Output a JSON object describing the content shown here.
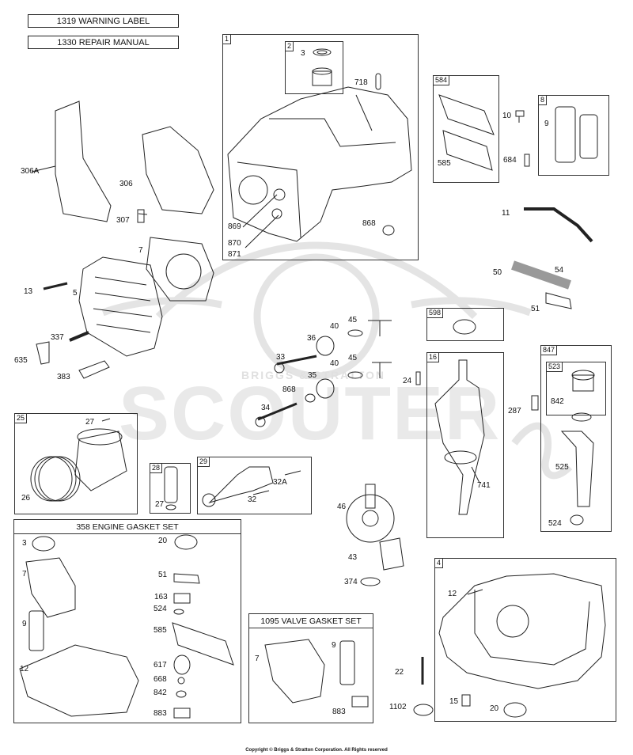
{
  "header_boxes": {
    "warning_label": "1319 WARNING LABEL",
    "repair_manual": "1330 REPAIR MANUAL"
  },
  "watermark": {
    "main": "SCOUTER",
    "sub": "BRIGGS & STRATTON",
    "script": "Zip"
  },
  "panels": {
    "p1": "1",
    "p2": "2",
    "p584": "584",
    "p8": "8",
    "p598": "598",
    "p16": "16",
    "p847": "847",
    "p523": "523",
    "p25": "25",
    "p28": "28",
    "p29": "29",
    "p4": "4"
  },
  "gasket_sets": {
    "engine": "358 ENGINE GASKET SET",
    "valve": "1095 VALVE GASKET SET"
  },
  "parts": {
    "p3": "3",
    "p718": "718",
    "p869": "869",
    "p870": "870",
    "p871": "871",
    "p868a": "868",
    "p585a": "585",
    "p10": "10",
    "p684": "684",
    "p9a": "9",
    "p11": "11",
    "p50": "50",
    "p54": "54",
    "p51a": "51",
    "p306A": "306A",
    "p306": "306",
    "p307": "307",
    "p7a": "7",
    "p13": "13",
    "p5": "5",
    "p337": "337",
    "p635": "635",
    "p383": "383",
    "p36": "36",
    "p40a": "40",
    "p45a": "45",
    "p33": "33",
    "p40b": "40",
    "p45b": "45",
    "p35": "35",
    "p868b": "868",
    "p34": "34",
    "p24": "24",
    "p287": "287",
    "p842a": "842",
    "p525": "525",
    "p524a": "524",
    "p741": "741",
    "p27a": "27",
    "p26": "26",
    "p27b": "27",
    "p32A": "32A",
    "p32": "32",
    "p46": "46",
    "p43": "43",
    "p374": "374",
    "p3b": "3",
    "p20a": "20",
    "p7b": "7",
    "p51b": "51",
    "p163": "163",
    "p524b": "524",
    "p9b": "9",
    "p585b": "585",
    "p12a": "12",
    "p617": "617",
    "p668": "668",
    "p842b": "842",
    "p883a": "883",
    "p7c": "7",
    "p9c": "9",
    "p883b": "883",
    "p12b": "12",
    "p22": "22",
    "p1102": "1102",
    "p15": "15",
    "p20b": "20"
  },
  "copyright": "Copyright © Briggs & Stratton Corporation. All Rights reserved"
}
